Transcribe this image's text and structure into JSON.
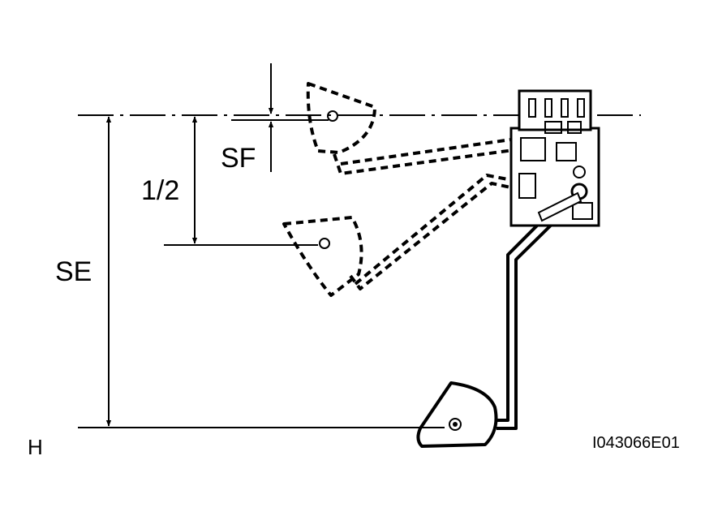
{
  "labels": {
    "sf": "SF",
    "half": "1/2",
    "se": "SE",
    "h": "H",
    "figure_id": "I043066E01"
  }
}
